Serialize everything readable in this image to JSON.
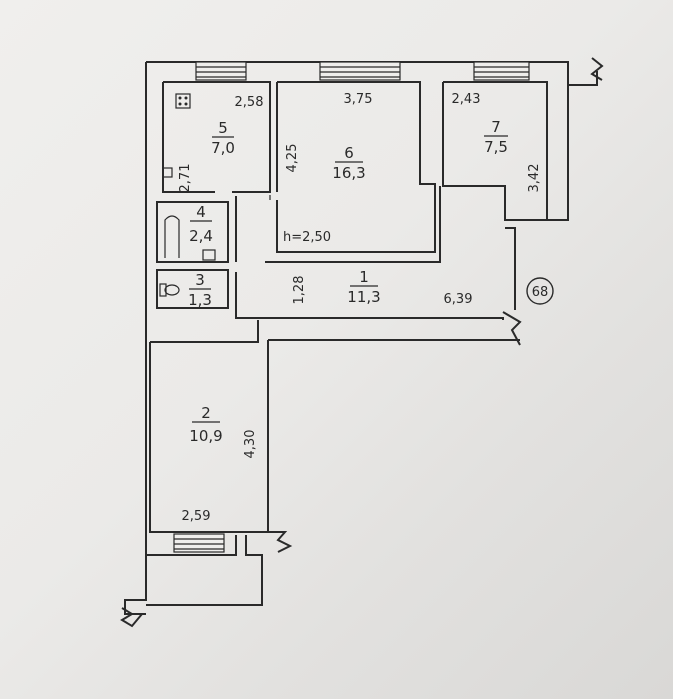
{
  "plan": {
    "apartment_number": "68",
    "ceiling_height": "h=2,50"
  },
  "rooms": [
    {
      "number": "1",
      "area": "11,3"
    },
    {
      "number": "2",
      "area": "10,9"
    },
    {
      "number": "3",
      "area": "1,3"
    },
    {
      "number": "4",
      "area": "2,4"
    },
    {
      "number": "5",
      "area": "7,0"
    },
    {
      "number": "6",
      "area": "16,3"
    },
    {
      "number": "7",
      "area": "7,5"
    }
  ],
  "dimensions": {
    "room5_width": "2,58",
    "room5_depth": "2,71",
    "room6_width": "3,75",
    "room6_depth": "4,25",
    "room7_width": "2,43",
    "room7_depth": "3,42",
    "corridor_width": "1,28",
    "corridor_length": "6,39",
    "room2_width": "2,59",
    "room2_depth": "4,30"
  }
}
